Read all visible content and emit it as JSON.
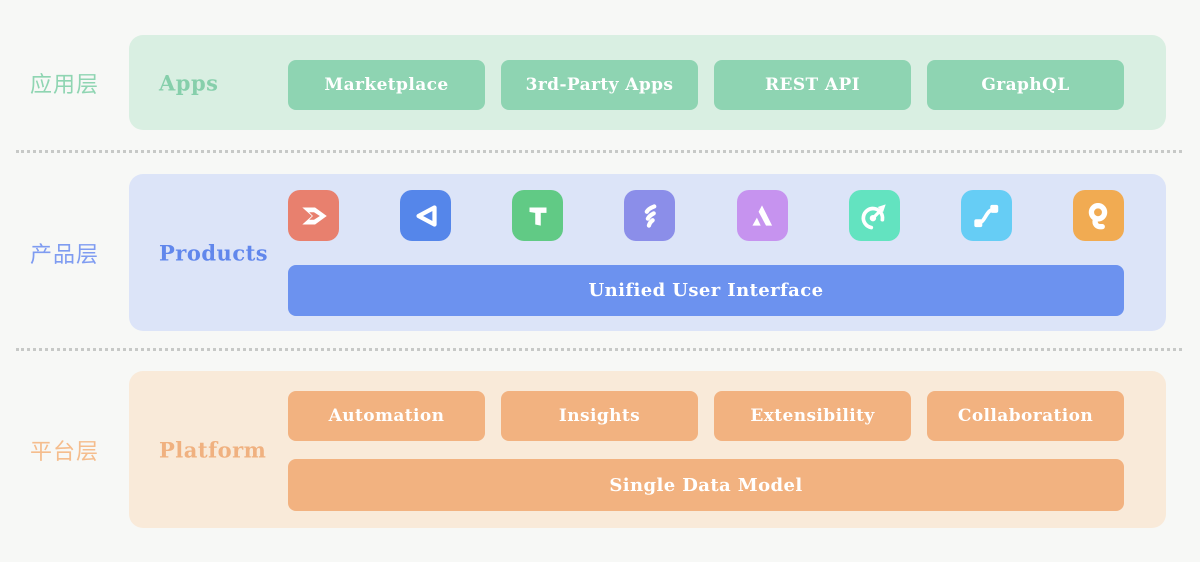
{
  "page": {
    "background": "#f7f8f6",
    "divider_color": "#c7c9c7"
  },
  "layers": [
    {
      "zh_label": "应用层",
      "en_label": "Apps",
      "colors": {
        "panel": "#d9efe2",
        "accent": "#8ed4b2",
        "title": "#86cfab",
        "side_label": "#8fd5b2"
      },
      "buttons": [
        "Marketplace",
        "3rd-Party Apps",
        "REST API",
        "GraphQL"
      ]
    },
    {
      "zh_label": "产品层",
      "en_label": "Products",
      "colors": {
        "panel": "#dce4f8",
        "accent": "#6c92ef",
        "title": "#6187ec",
        "side_label": "#7f9cf1"
      },
      "icons": [
        {
          "name": "chevron-arrow-icon",
          "color": "#e8806e"
        },
        {
          "name": "triangle-outline-icon",
          "color": "#5586ea"
        },
        {
          "name": "letter-t-icon",
          "color": "#61ca85"
        },
        {
          "name": "feather-icon",
          "color": "#8b8ee9"
        },
        {
          "name": "mountain-a-icon",
          "color": "#c693ef"
        },
        {
          "name": "target-arrow-icon",
          "color": "#63e3c0"
        },
        {
          "name": "connector-curve-icon",
          "color": "#66cdf5"
        },
        {
          "name": "keyhole-q-icon",
          "color": "#f1ab52"
        }
      ],
      "bar_label": "Unified User Interface"
    },
    {
      "zh_label": "平台层",
      "en_label": "Platform",
      "colors": {
        "panel": "#f9ead9",
        "accent": "#f2b280",
        "title": "#f0b180",
        "side_label": "#f5bd8d"
      },
      "buttons": [
        "Automation",
        "Insights",
        "Extensibility",
        "Collaboration"
      ],
      "bar_label": "Single Data Model"
    }
  ]
}
